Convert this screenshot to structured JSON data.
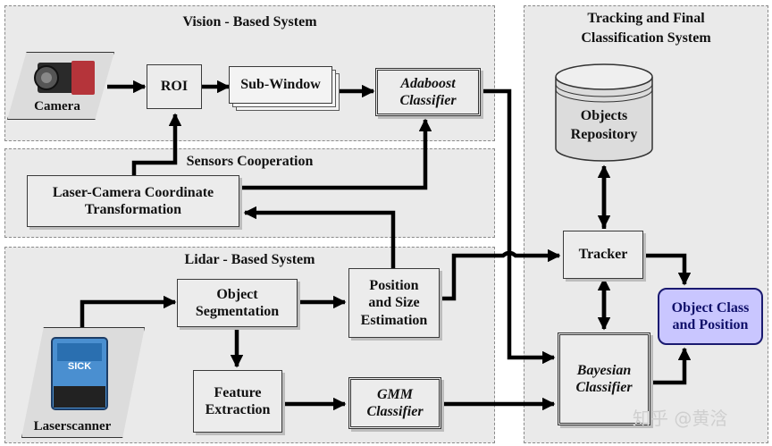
{
  "regions": {
    "vision": "Vision - Based System",
    "sensors": "Sensors Cooperation",
    "lidar": "Lidar - Based System",
    "tracking_line1": "Tracking and Final",
    "tracking_line2": "Classification System"
  },
  "nodes": {
    "camera": "Camera",
    "roi": "ROI",
    "sub_window": "Sub-Window",
    "adaboost_line1": "Adaboost",
    "adaboost_line2": "Classifier",
    "laser_cam_line1": "Laser-Camera Coordinate",
    "laser_cam_line2": "Transformation",
    "object_seg_line1": "Object",
    "object_seg_line2": "Segmentation",
    "pos_size_line1": "Position",
    "pos_size_line2": "and Size",
    "pos_size_line3": "Estimation",
    "feature_line1": "Feature",
    "feature_line2": "Extraction",
    "gmm_line1": "GMM",
    "gmm_line2": "Classifier",
    "laserscanner": "Laserscanner",
    "laserscanner_brand": "SICK",
    "objects_repo_line1": "Objects",
    "objects_repo_line2": "Repository",
    "tracker": "Tracker",
    "bayesian_line1": "Bayesian",
    "bayesian_line2": "Classifier",
    "result_line1": "Object Class",
    "result_line2": "and Position"
  },
  "watermark": "知乎 @黄浛"
}
